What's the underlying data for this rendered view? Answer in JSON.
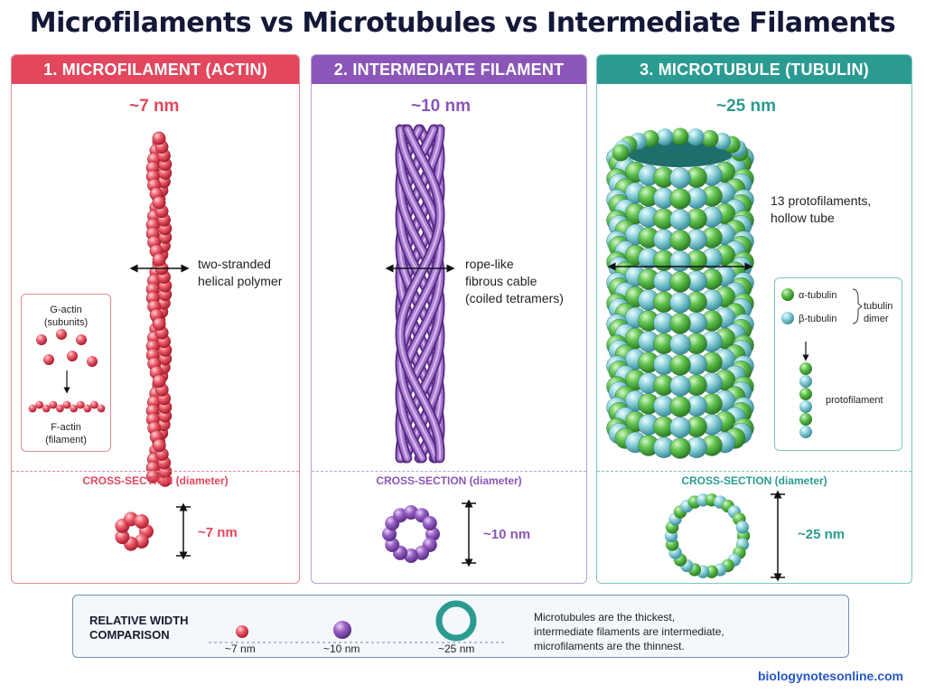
{
  "title": "Microfilaments vs Microtubules vs Intermediate Filaments",
  "panels": [
    {
      "header": "1. MICROFILAMENT (ACTIN)",
      "size": "~7 nm",
      "description": [
        "two-stranded",
        "helical polymer"
      ],
      "inset": {
        "top": [
          "G-actin",
          "(subunits)"
        ],
        "bottom": [
          "F-actin",
          "(filament)"
        ]
      },
      "cross_section_label": "CROSS-SECTION (diameter)",
      "cross_section_value": "~7 nm"
    },
    {
      "header": "2. INTERMEDIATE FILAMENT",
      "size": "~10 nm",
      "description": [
        "rope-like",
        "fibrous cable",
        "(coiled tetramers)"
      ],
      "cross_section_label": "CROSS-SECTION (diameter)",
      "cross_section_value": "~10 nm"
    },
    {
      "header": "3. MICROTUBULE (TUBULIN)",
      "size": "~25 nm",
      "description": [
        "13 protofilaments,",
        "hollow tube"
      ],
      "legend": {
        "alpha": "α-tubulin",
        "beta": "β-tubulin",
        "dimer": [
          "tubulin",
          "dimer"
        ],
        "protofilament": "protofilament"
      },
      "cross_section_label": "CROSS-SECTION (diameter)",
      "cross_section_value": "~25 nm"
    }
  ],
  "comparison": {
    "label": [
      "RELATIVE WIDTH",
      "COMPARISON"
    ],
    "items": [
      "~7 nm",
      "~10 nm",
      "~25 nm"
    ],
    "summary": [
      "Microtubules are the thickest,",
      "intermediate filaments are intermediate,",
      "microfilaments are the thinnest."
    ]
  },
  "colors": {
    "actin": "#e2475d",
    "intermediate": "#8b56b8",
    "tubulin_alpha": "#5cc14f",
    "tubulin_beta": "#7ecbd3",
    "microtubule": "#2b9b91"
  },
  "website": "biologynotesonline.com"
}
